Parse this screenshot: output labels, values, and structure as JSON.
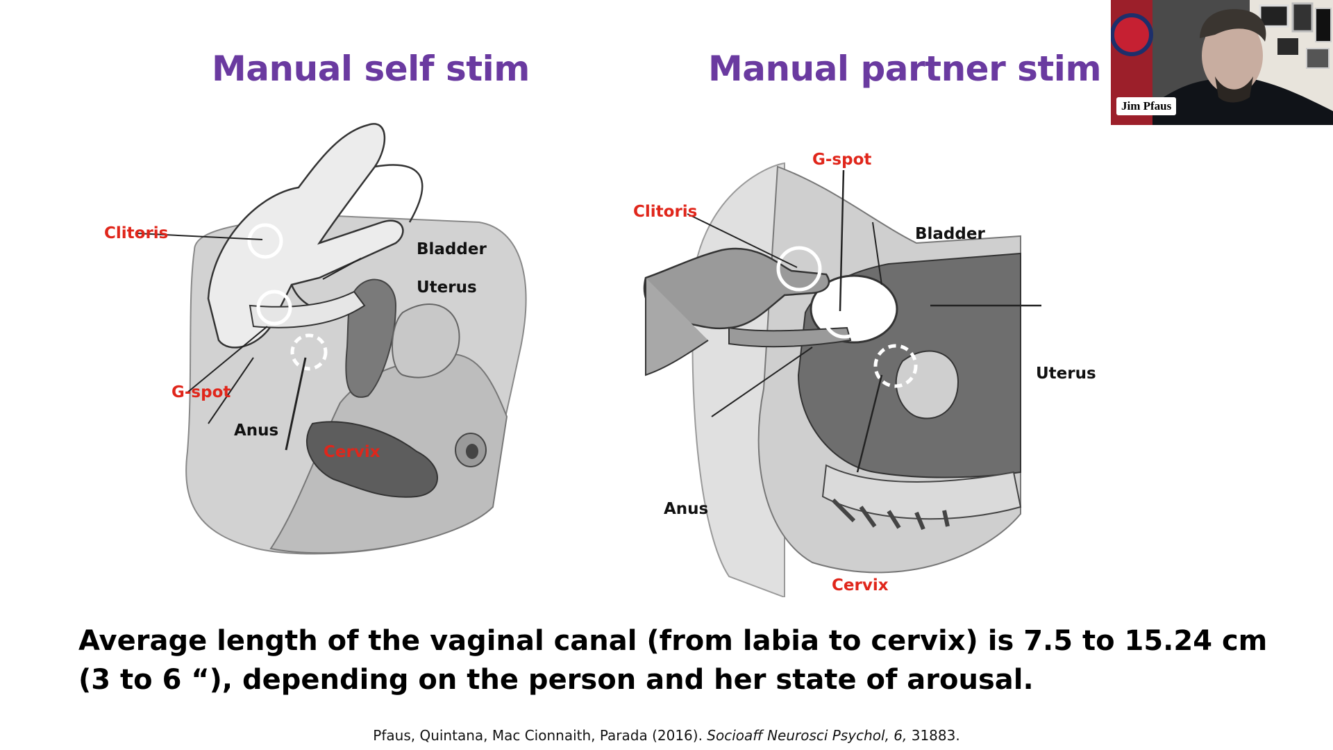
{
  "colors": {
    "title": "#6a3aa0",
    "highlight_label": "#e0261b",
    "normal_label": "#111111"
  },
  "slide": {
    "title_left": "Manual self stim",
    "title_right": "Manual partner stim",
    "left_labels": {
      "clitoris": "Clitoris",
      "bladder": "Bladder",
      "uterus": "Uterus",
      "gspot": "G-spot",
      "anus": "Anus",
      "cervix": "Cervix"
    },
    "right_labels": {
      "gspot": "G-spot",
      "clitoris": "Clitoris",
      "bladder": "Bladder",
      "uterus": "Uterus",
      "anus": "Anus",
      "cervix": "Cervix"
    },
    "body_text": "Average length of the vaginal canal (from labia to cervix) is 7.5 to 15.24 cm (3 to 6 “), depending on the person and her state of arousal.",
    "citation": {
      "authors": "Pfaus, Quintana, Mac Cionnaith, Parada (2016). ",
      "journal": "Socioaff Neurosci Psychol, 6,",
      "number": " 31883."
    }
  },
  "webcam": {
    "participant_name": "Jim Pfaus"
  }
}
